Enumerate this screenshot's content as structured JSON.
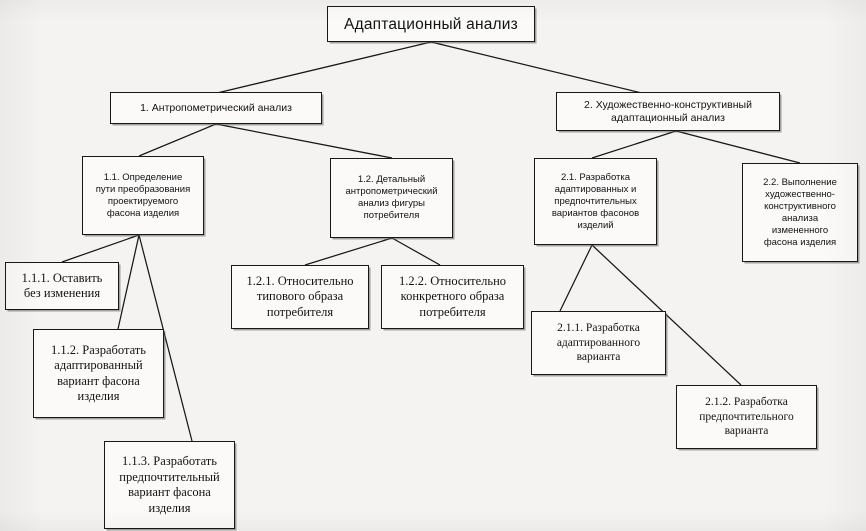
{
  "diagram": {
    "title": "Адаптационный анализ",
    "language": "ru",
    "nodes": {
      "root": {
        "id": "root",
        "label": "Адаптационный анализ"
      },
      "n1": {
        "id": "1",
        "label": "1. Антропометрический анализ"
      },
      "n2": {
        "id": "2",
        "label": "2. Художественно-конструктивный\nадаптационный анализ"
      },
      "n11": {
        "id": "1.1",
        "label": "1.1. Определение\nпути преобразования\nпроектируемого\nфасона изделия"
      },
      "n12": {
        "id": "1.2",
        "label": "1.2. Детальный\nантропометрический\nанализ фигуры\nпотребителя"
      },
      "n21": {
        "id": "2.1",
        "label": "2.1. Разработка\nадаптированных и\nпредпочтительных\nвариантов фасонов\nизделий"
      },
      "n22": {
        "id": "2.2",
        "label": "2.2. Выполнение\nхудожественно-\nконструктивного\nанализа\nизмененного\nфасона изделия"
      },
      "n111": {
        "id": "1.1.1",
        "label": "1.1.1. Оставить\nбез изменения"
      },
      "n112": {
        "id": "1.1.2",
        "label": "1.1.2. Разработать\nадаптированный\nвариант фасона\nизделия"
      },
      "n113": {
        "id": "1.1.3",
        "label": "1.1.3. Разработать\nпредпочтительный\nвариант фасона\nизделия"
      },
      "n121": {
        "id": "1.2.1",
        "label": "1.2.1. Относительно\nтипового образа\nпотребителя"
      },
      "n122": {
        "id": "1.2.2",
        "label": "1.2.2. Относительно\nконкретного образа\nпотребителя"
      },
      "n211": {
        "id": "2.1.1",
        "label": "2.1.1. Разработка\nадаптированного\nварианта"
      },
      "n212": {
        "id": "2.1.2",
        "label": "2.1.2. Разработка\nпредпочтительного\nварианта"
      }
    },
    "edges": [
      {
        "from": "root",
        "to": "1"
      },
      {
        "from": "root",
        "to": "2"
      },
      {
        "from": "1",
        "to": "1.1"
      },
      {
        "from": "1",
        "to": "1.2"
      },
      {
        "from": "2",
        "to": "2.1"
      },
      {
        "from": "2",
        "to": "2.2"
      },
      {
        "from": "1.1",
        "to": "1.1.1"
      },
      {
        "from": "1.1",
        "to": "1.1.2"
      },
      {
        "from": "1.1",
        "to": "1.1.3"
      },
      {
        "from": "1.2",
        "to": "1.2.1"
      },
      {
        "from": "1.2",
        "to": "1.2.2"
      },
      {
        "from": "2.1",
        "to": "2.1.1"
      },
      {
        "from": "2.1",
        "to": "2.1.2"
      }
    ],
    "style": {
      "line_color": "#16181a",
      "box_border": "#16181a",
      "box_fill": "#fbfaf8",
      "background": "#f4f3f1",
      "text_color": "#111315"
    }
  }
}
